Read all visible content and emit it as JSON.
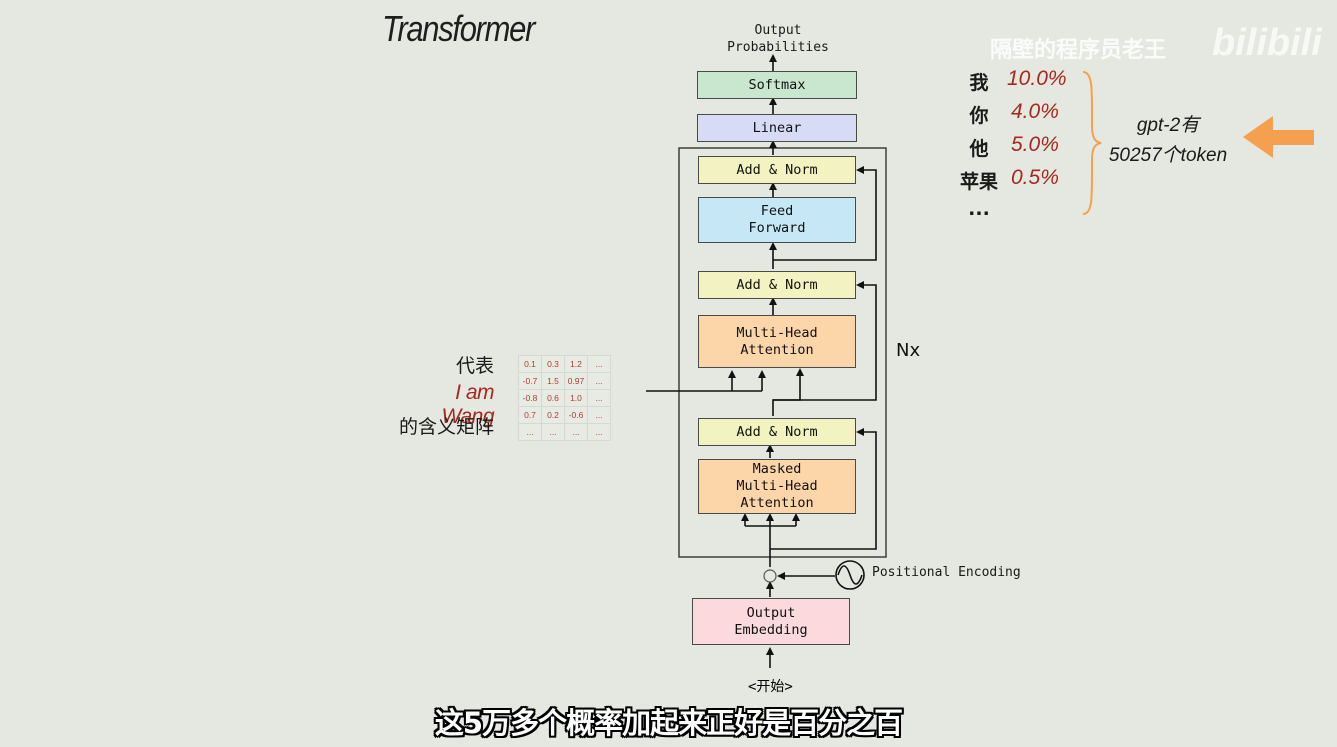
{
  "title": "Transformer",
  "watermark": {
    "channel": "隔壁的程序员老王",
    "logo": "bilibili"
  },
  "diagram": {
    "output_probabilities": "Output\nProbabilities",
    "softmax": "Softmax",
    "linear": "Linear",
    "add_norm_top": "Add & Norm",
    "feed_forward": "Feed\nForward",
    "add_norm_mid": "Add & Norm",
    "multi_head_attention": "Multi-Head\nAttention",
    "add_norm_bottom": "Add & Norm",
    "masked_attention": "Masked\nMulti-Head\nAttention",
    "nx": "Nx",
    "positional_encoding": "Positional Encoding",
    "output_embedding": "Output\nEmbedding",
    "start_token": "<开始>",
    "plus": "+"
  },
  "meaning_matrix": {
    "label_top": "代表",
    "label_highlight": "I am Wang",
    "label_bottom": "的含义矩阵",
    "rows": [
      [
        "0.1",
        "0.3",
        "1.2",
        "..."
      ],
      [
        "-0.7",
        "1.5",
        "0.97",
        "..."
      ],
      [
        "-0.8",
        "0.6",
        "1.0",
        "..."
      ],
      [
        "0.7",
        "0.2",
        "-0.6",
        "..."
      ],
      [
        "...",
        "...",
        "...",
        "..."
      ]
    ]
  },
  "probabilities": [
    {
      "token": "我",
      "value": "10.0%"
    },
    {
      "token": "你",
      "value": "4.0%"
    },
    {
      "token": "他",
      "value": "5.0%"
    },
    {
      "token": "苹果",
      "value": "0.5%"
    },
    {
      "token": "...",
      "value": ""
    }
  ],
  "vocab_note": {
    "line1": "gpt-2有",
    "line2": "50257个token"
  },
  "colors": {
    "accent_orange": "#f5a04e",
    "highlight_red": "#a9281e"
  },
  "subtitle": "这5万多个概率加起来正好是百分之百"
}
